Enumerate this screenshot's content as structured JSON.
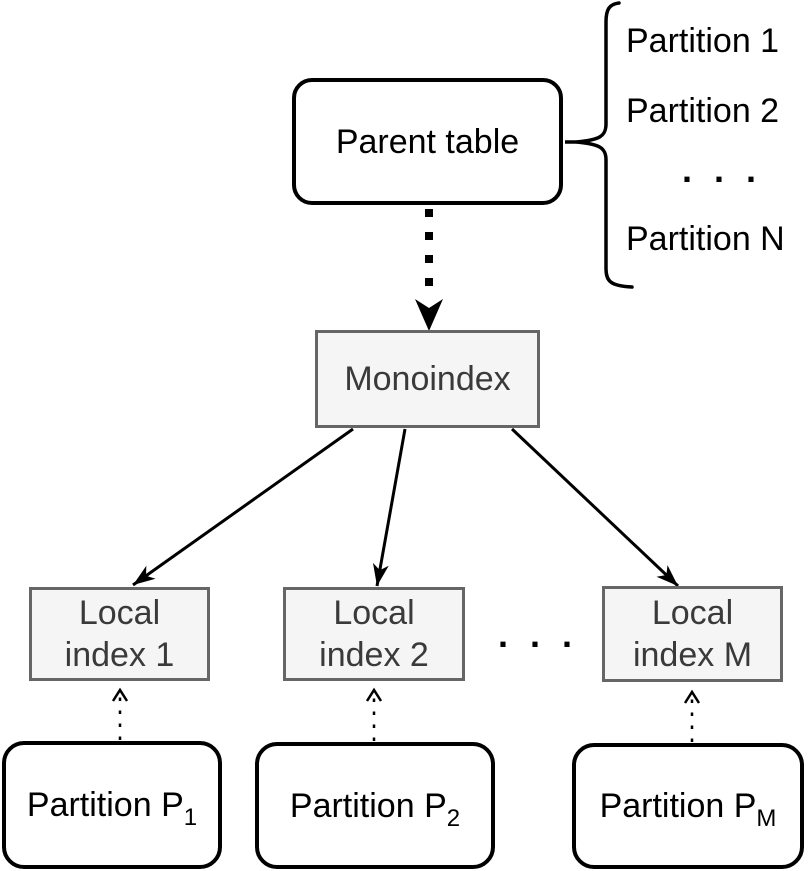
{
  "diagram": {
    "parent_table_label": "Parent table",
    "monoindex_label": "Monoindex",
    "partition_list": {
      "items": [
        "Partition 1",
        "Partition 2"
      ],
      "ellipsis": ". . .",
      "last": "Partition N"
    },
    "local_indexes": [
      {
        "line1": "Local",
        "line2": "index 1"
      },
      {
        "line1": "Local",
        "line2": "index 2"
      },
      {
        "line1": "Local",
        "line2": "index M"
      }
    ],
    "local_ellipsis": ". . .",
    "partitions": [
      {
        "base": "Partition P",
        "sub": "1"
      },
      {
        "base": "Partition P",
        "sub": "2"
      },
      {
        "base": "Partition P",
        "sub": "M"
      }
    ],
    "colors": {
      "outline_black": "#000000",
      "node_fill_white": "#ffffff",
      "index_border_gray": "#666666",
      "index_fill_gray": "#f5f5f5",
      "index_text_gray": "#3a3a3a"
    }
  }
}
